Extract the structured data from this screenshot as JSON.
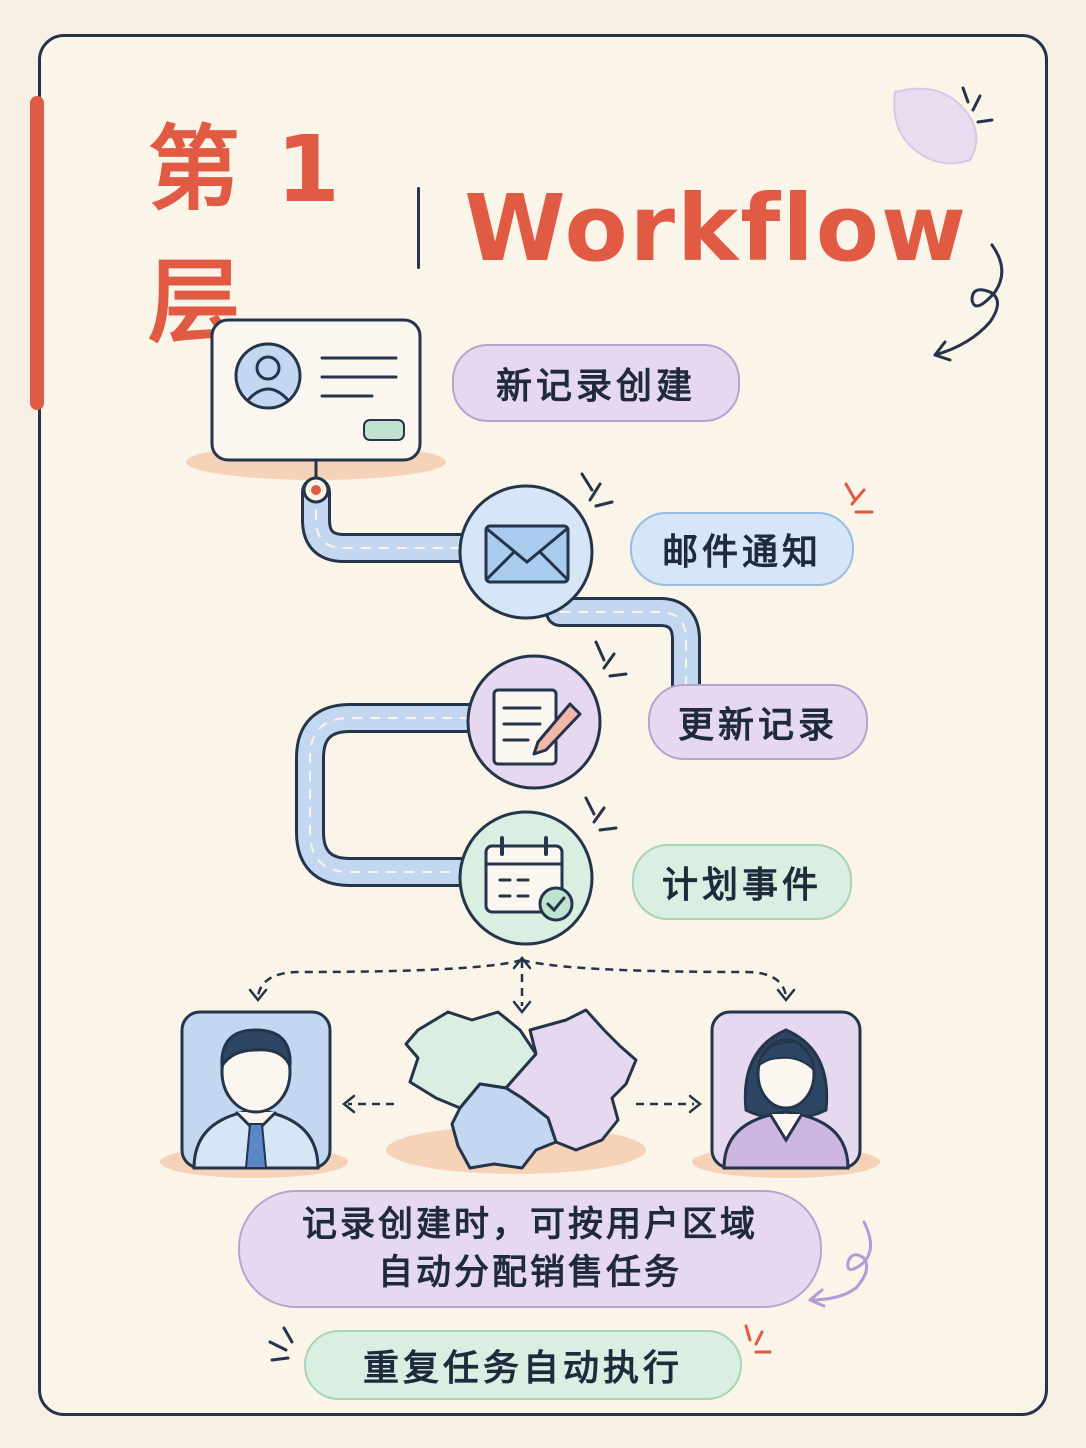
{
  "title": {
    "cn": "第 1 层",
    "en": "Workflow"
  },
  "steps": [
    {
      "label": "新记录创建",
      "icon": "contact-card-icon"
    },
    {
      "label": "邮件通知",
      "icon": "envelope-icon"
    },
    {
      "label": "更新记录",
      "icon": "edit-document-icon"
    },
    {
      "label": "计划事件",
      "icon": "calendar-check-icon"
    }
  ],
  "assignment": {
    "line1": "记录创建时，可按用户区域",
    "line2": "自动分配销售任务",
    "icons": [
      "male-sales-rep-icon",
      "region-map-icon",
      "female-sales-rep-icon"
    ]
  },
  "footer": {
    "label": "重复任务自动执行"
  },
  "colors": {
    "accent": "#e05a44",
    "ink": "#24344b",
    "lavender": "#e6d9ef",
    "blue": "#d6e6f6",
    "mint": "#d9efe2",
    "road": "#c3d8f0"
  }
}
